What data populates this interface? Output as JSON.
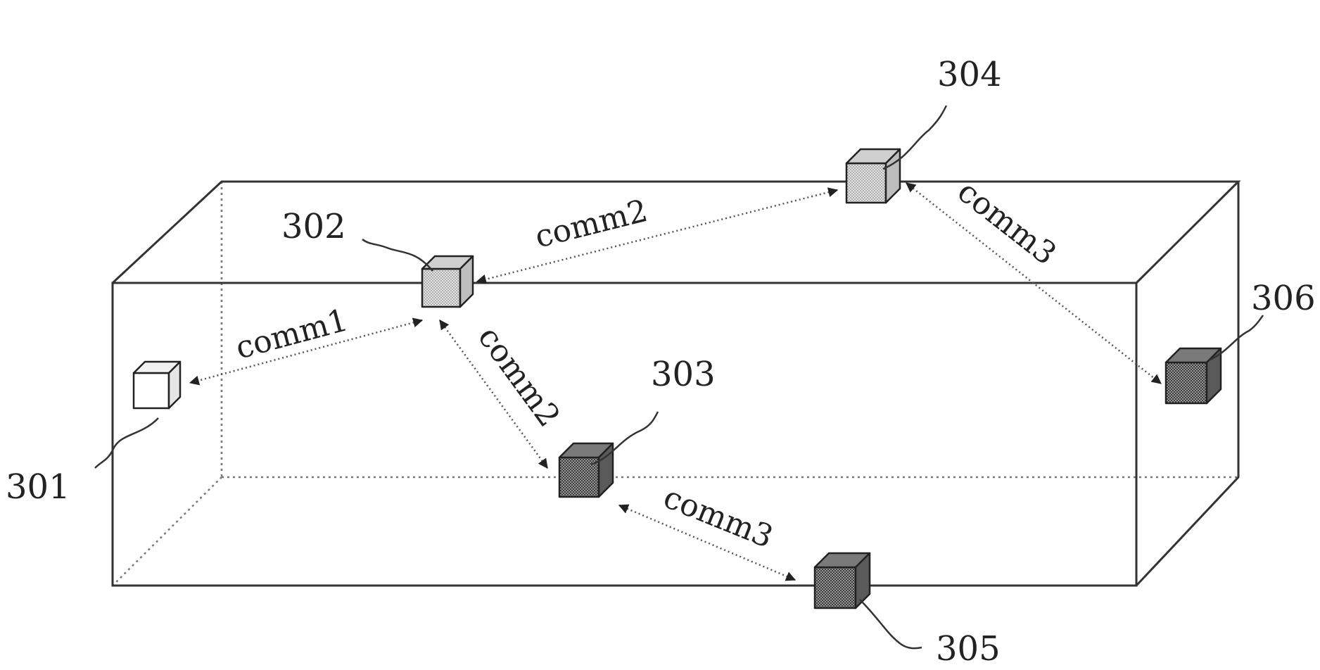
{
  "nodes": [
    {
      "id": "301",
      "label": "301",
      "shade": "white"
    },
    {
      "id": "302",
      "label": "302",
      "shade": "light"
    },
    {
      "id": "303",
      "label": "303",
      "shade": "dark"
    },
    {
      "id": "304",
      "label": "304",
      "shade": "light"
    },
    {
      "id": "305",
      "label": "305",
      "shade": "dark"
    },
    {
      "id": "306",
      "label": "306",
      "shade": "dark"
    }
  ],
  "links": [
    {
      "id": "302-301",
      "label": "comm1"
    },
    {
      "id": "304-302",
      "label": "comm2"
    },
    {
      "id": "302-303",
      "label": "comm2"
    },
    {
      "id": "304-306",
      "label": "comm3"
    },
    {
      "id": "303-305",
      "label": "comm3"
    }
  ],
  "colors": {
    "line": "#333333",
    "cube_light": "#d6d6d6",
    "cube_dark": "#8a8a8a",
    "cube_white": "#ffffff"
  }
}
